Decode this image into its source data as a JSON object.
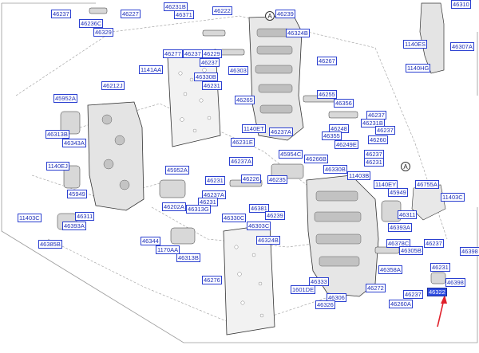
{
  "diagram": {
    "highlight_color": "#2c4be0",
    "label_color": "#1e2fb8",
    "arrow_color": "#e0202a",
    "selected_part": "46322"
  },
  "view_markers": [
    "A",
    "A"
  ],
  "labels": [
    "46237",
    "46227",
    "46236C",
    "46329",
    "46231B",
    "46371",
    "46222",
    "46239",
    "46324B",
    "46310",
    "46277",
    "46237",
    "46229",
    "46237",
    "46303",
    "46330B",
    "46231",
    "1141AA",
    "46212J",
    "46265",
    "46267",
    "1140ES",
    "46307A",
    "1140HG",
    "45952A",
    "46313B",
    "46343A",
    "1140EJ",
    "45949",
    "1140ET",
    "46237A",
    "46231E",
    "45954C",
    "46237A",
    "46266B",
    "46226",
    "46235",
    "46255",
    "46356",
    "46237",
    "46231B",
    "46237",
    "46248",
    "46355",
    "46249E",
    "46260",
    "46237",
    "46231",
    "46330B",
    "11403B",
    "1140EY",
    "46755A",
    "45949",
    "11403C",
    "45952A",
    "46231",
    "46237A",
    "46231",
    "46313G",
    "46202A",
    "46330C",
    "46381",
    "46239",
    "46303C",
    "11403C",
    "46311",
    "46393A",
    "46311",
    "46393A",
    "46344",
    "1170AA",
    "46313B",
    "46324B",
    "46385B",
    "46378C",
    "46305B",
    "46237",
    "46398",
    "46231",
    "46358A",
    "46398",
    "46276",
    "46333",
    "1601DE",
    "46306",
    "46326",
    "46272",
    "46237",
    "46260A",
    "46322"
  ]
}
